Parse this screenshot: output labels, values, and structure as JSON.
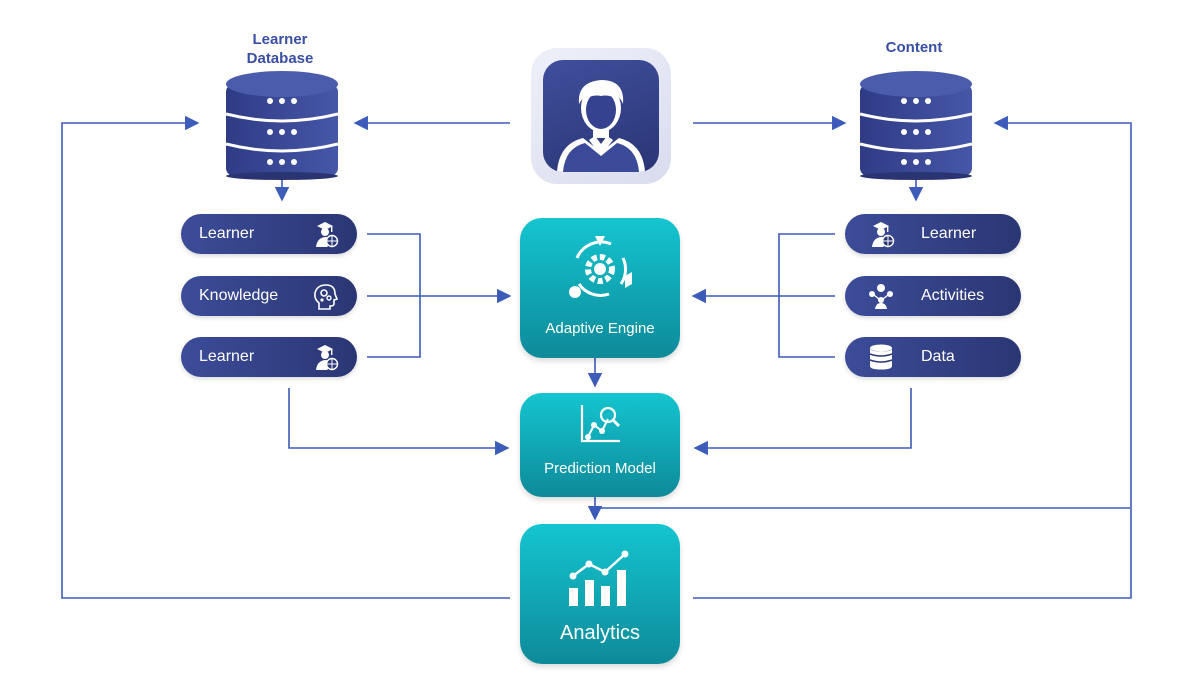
{
  "learner_database": {
    "title_line1": "Learner",
    "title_line2": "Database",
    "icon": "database-icon"
  },
  "content_database": {
    "title": "Content",
    "icon": "database-icon"
  },
  "user": {
    "icon": "user-avatar-icon"
  },
  "left_items": [
    {
      "label": "Learner",
      "icon": "graduate-globe-icon"
    },
    {
      "label": "Knowledge",
      "icon": "head-gears-icon"
    },
    {
      "label": "Learner",
      "icon": "graduate-globe-icon"
    }
  ],
  "right_items": [
    {
      "label": "Learner",
      "icon": "graduate-globe-icon"
    },
    {
      "label": "Activities",
      "icon": "activities-network-icon"
    },
    {
      "label": "Data",
      "icon": "database-icon"
    }
  ],
  "adaptive_engine": {
    "label": "Adaptive Engine",
    "icon": "gear-cycle-icon"
  },
  "prediction_model": {
    "label": "Prediction Model",
    "icon": "chart-magnifier-icon"
  },
  "analytics": {
    "label": "Analytics",
    "icon": "bar-trend-chart-icon"
  },
  "colors": {
    "navy": "#2f3b85",
    "teal": "#13b5c2",
    "line": "#3d5bb8"
  }
}
